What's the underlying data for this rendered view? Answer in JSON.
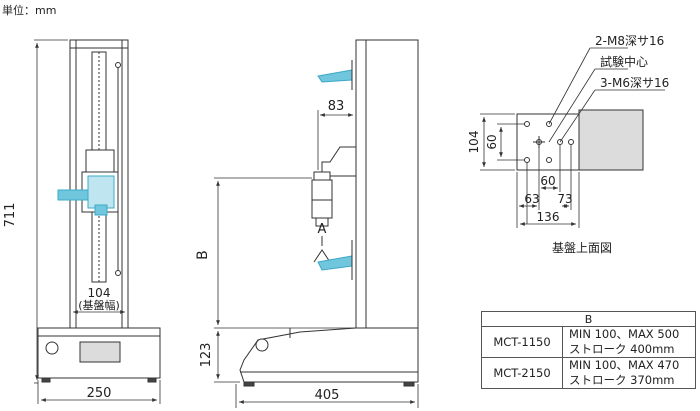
{
  "unit_label": "単位：mm",
  "front_view": {
    "height": "711",
    "base_width": "250",
    "column_width": "104",
    "column_width_note": "(基盤幅)"
  },
  "side_view": {
    "arm_reach": "83",
    "stroke_label": "B",
    "base_height": "123",
    "depth": "405",
    "detail_marker": "A"
  },
  "top_view": {
    "title": "基盤上面図",
    "m8_holes": "2-M8深サ16",
    "center": "試験中心",
    "m6_holes": "3-M6深サ16",
    "height": "104",
    "inner_height": "60",
    "hole_pitch": "60",
    "left_offset": "63",
    "right_offset": "73",
    "total_width": "136"
  },
  "table": {
    "header": "B",
    "rows": [
      {
        "model": "MCT-1150",
        "line1": "MIN 100、MAX 500",
        "line2": "ストローク 400mm"
      },
      {
        "model": "MCT-2150",
        "line1": "MIN 100、MAX 470",
        "line2": "ストローク 370mm"
      }
    ]
  },
  "colors": {
    "line": "#333333",
    "fixture": "#6fc6dd",
    "panel": "#dcdcdc"
  }
}
